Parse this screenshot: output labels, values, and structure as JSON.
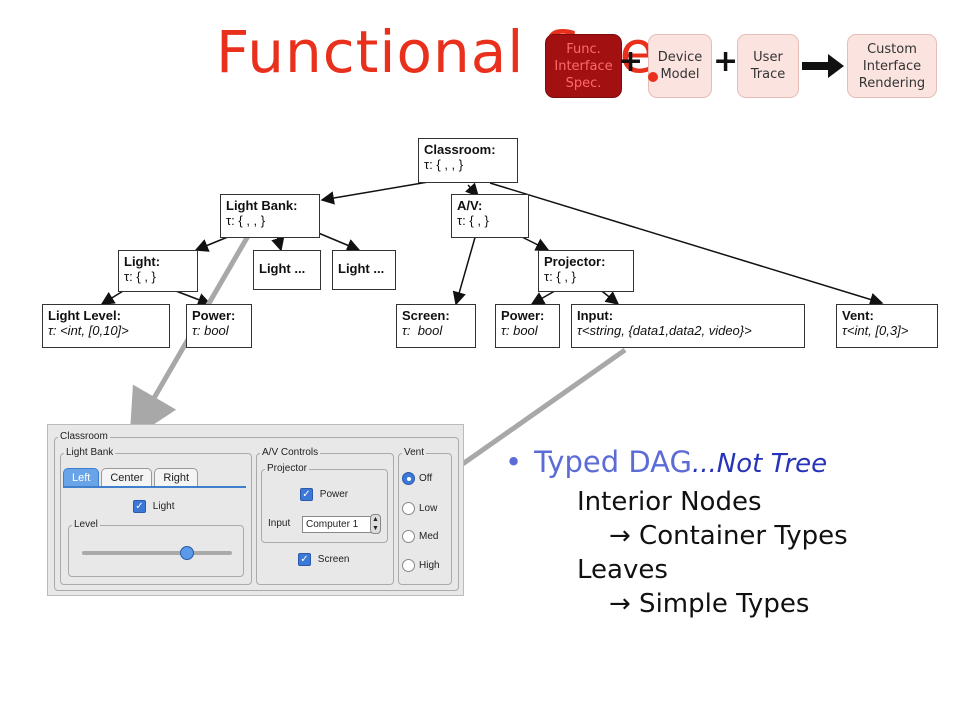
{
  "slide": {
    "title": "Functional Spec",
    "pipeline": {
      "func_spec": "Func.\nInterface\nSpec.",
      "device_model": "Device\nModel",
      "user_trace": "User\nTrace",
      "custom_rendering": "Custom\nInterface\nRendering",
      "plus1": "+",
      "plus2": "+"
    }
  },
  "dag": {
    "nodes": {
      "classroom": {
        "name": "Classroom:",
        "type": "τ: { , , }"
      },
      "light_bank": {
        "name": "Light Bank:",
        "type": "τ: { , , }"
      },
      "av": {
        "name": "A/V:",
        "type": "τ: { , }"
      },
      "light": {
        "name": "Light:",
        "type": "τ: { , }"
      },
      "light_more1": {
        "name": "Light ..."
      },
      "light_more2": {
        "name": "Light ..."
      },
      "projector": {
        "name": "Projector:",
        "type": "τ: { , }"
      },
      "light_level": {
        "name": "Light Level:",
        "type": "τ: <int, [0,10]>"
      },
      "power1": {
        "name": "Power:",
        "type": "τ: bool"
      },
      "screen": {
        "name": "Screen:",
        "type": "τ:  bool"
      },
      "power2": {
        "name": "Power:",
        "type": "τ: bool"
      },
      "input": {
        "name": "Input:",
        "type": "τ<string, {data1,data2, video}>"
      },
      "vent": {
        "name": "Vent:",
        "type": "τ<int, [0,3]>"
      }
    }
  },
  "gui": {
    "classroom_label": "Classroom",
    "light_bank_label": "Light Bank",
    "tabs": [
      "Left",
      "Center",
      "Right"
    ],
    "light_label": "Light",
    "level_label": "Level",
    "level_value": 0.7,
    "av_label": "A/V Controls",
    "projector_label": "Projector",
    "power_label": "Power",
    "input_label": "Input",
    "input_value": "Computer 1",
    "screen_label": "Screen",
    "vent_label": "Vent",
    "vent_options": [
      "Off",
      "Low",
      "Med",
      "High"
    ],
    "vent_selected": "Off"
  },
  "bullets": {
    "head_plain": "Typed DAG",
    "head_italic": "...Not Tree",
    "interior": "Interior Nodes",
    "container": " Container Types",
    "leaves": "Leaves",
    "simple": " Simple Types",
    "arrow": "→"
  }
}
